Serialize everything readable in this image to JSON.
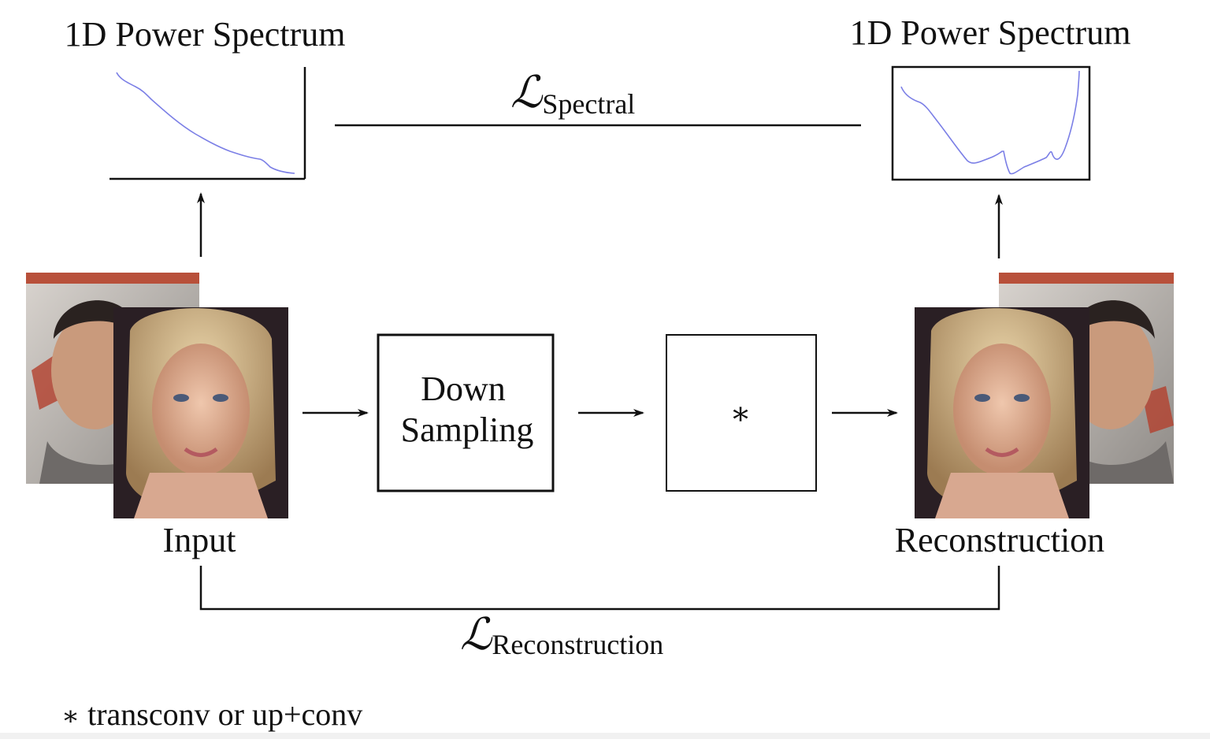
{
  "left_spectrum": {
    "title": "1D Power Spectrum"
  },
  "right_spectrum": {
    "title": "1D Power Spectrum"
  },
  "spectral_loss": {
    "symbol": "ℒ",
    "subscript": "Spectral"
  },
  "reconstruction_loss": {
    "symbol": "ℒ",
    "subscript": "Reconstruction"
  },
  "input": {
    "label": "Input"
  },
  "output": {
    "label": "Reconstruction"
  },
  "downsampling_box": {
    "line1": "Down",
    "line2": "Sampling"
  },
  "upsampling_box": {
    "symbol": "∗"
  },
  "footnote": {
    "marker": "∗",
    "text": "transconv or up+conv"
  },
  "colors": {
    "spectrum_line": "#7b7fe6",
    "stroke": "#111111"
  }
}
